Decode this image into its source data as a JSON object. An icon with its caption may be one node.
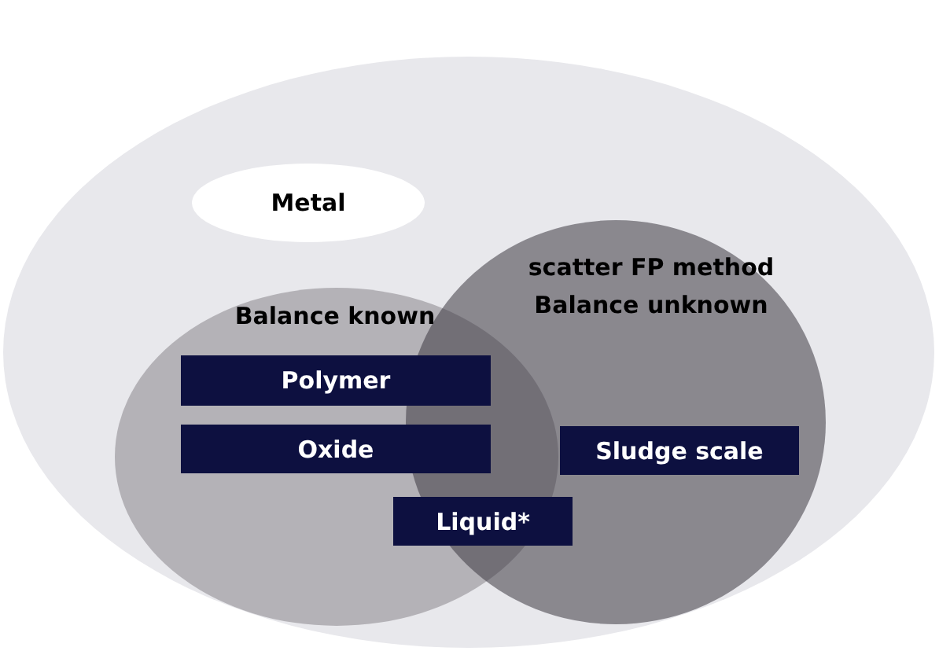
{
  "diagram": {
    "nodes": [
      {
        "text": [],
        "shape": "ellipse"
      },
      {
        "text": [
          "Metal"
        ],
        "in": 0
      },
      {
        "text": [
          "Balance known"
        ],
        "in": 0
      },
      {
        "text": [
          "scatter FP method Balance unknown"
        ],
        "in": 0
      },
      {
        "text": [
          "Polymer"
        ],
        "in": 2
      },
      {
        "text": [
          "Oxide"
        ],
        "in": 2
      },
      {
        "text": [
          "Sludge scale"
        ],
        "in": 3
      },
      {
        "text": [
          "Liquid*"
        ],
        "in": 0
      }
    ],
    "edges": []
  }
}
